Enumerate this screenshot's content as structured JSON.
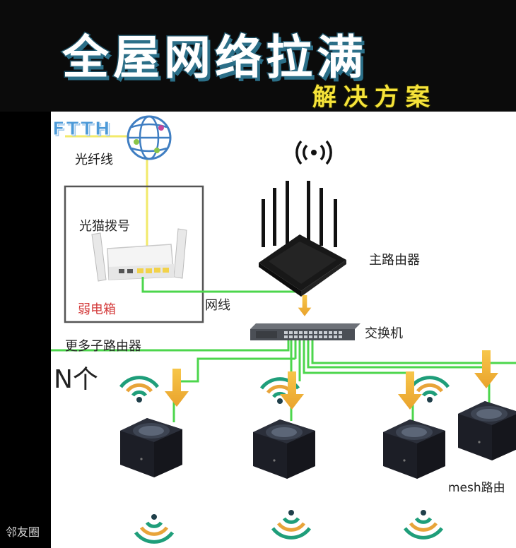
{
  "header": {
    "title": "全屋网络拉满",
    "subtitle": "解决方案"
  },
  "labels": {
    "ftth": "FTTH",
    "fiber": "光纤线",
    "modem": "光猫拨号",
    "weak_box": "弱电箱",
    "main_router": "主路由器",
    "cable": "网线",
    "switch": "交换机",
    "more_routers": "更多子路由器",
    "n_count": "N个",
    "mesh_router": "mesh路由"
  },
  "watermark": "邻友圈",
  "colors": {
    "cable_green": "#4cd64c",
    "fiber_yellow": "#f2ea6a",
    "arrow_orange": "#f2b43a",
    "wifi_green": "#1f9e7a",
    "wifi_orange": "#e8a43a",
    "ftth_blue": "#4d9ad8",
    "weak_red": "#d43c3c"
  }
}
